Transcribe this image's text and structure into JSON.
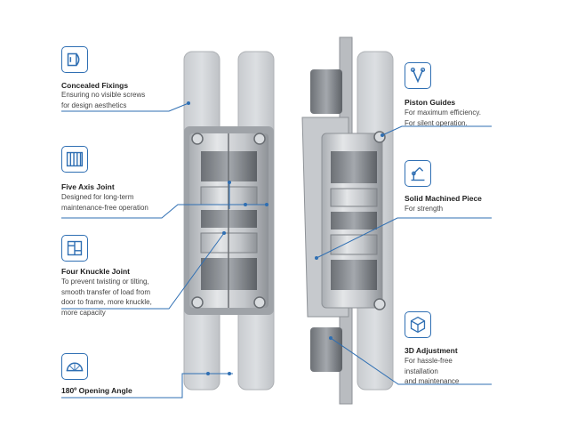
{
  "colors": {
    "accent": "#2f6fb3",
    "metal": "#cfd2d6"
  },
  "features": {
    "concealed": {
      "title": "Concealed Fixings",
      "lines": [
        "Ensuring no visible screws",
        "for design aesthetics"
      ],
      "icon": "concealed-fixing-icon"
    },
    "five_axis": {
      "title": "Five Axis Joint",
      "lines": [
        "Designed for long-term",
        "maintenance-free operation"
      ],
      "icon": "five-axis-joint-icon"
    },
    "four_knuckle": {
      "title": "Four Knuckle Joint",
      "lines": [
        "To prevent twisting or tilting,",
        "smooth transfer of load from",
        "door to frame, more knuckle,",
        "more capacity"
      ],
      "icon": "four-knuckle-icon"
    },
    "opening": {
      "title": "180º Opening Angle",
      "icon": "opening-angle-icon"
    },
    "piston": {
      "title": "Piston Guides",
      "lines": [
        "For maximum efficiency.",
        "For silent operation."
      ],
      "icon": "piston-guides-icon"
    },
    "solid": {
      "title": "Solid Machined Piece",
      "lines": [
        "For strength"
      ],
      "icon": "machined-piece-icon"
    },
    "adjust": {
      "title": "3D Adjustment",
      "lines": [
        "For hassle-free",
        "installation",
        "and maintenance"
      ],
      "icon": "3d-adjustment-icon"
    }
  }
}
